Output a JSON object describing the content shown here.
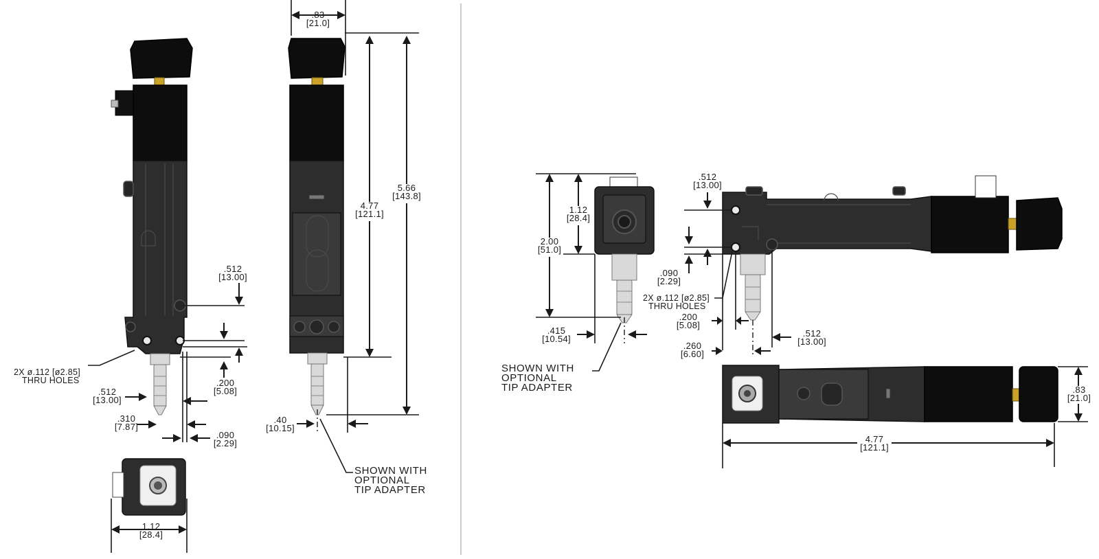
{
  "dims": {
    "top_width": {
      "inch": ".83",
      "mm": "[21.0]"
    },
    "overall_len": {
      "inch": "5.66",
      "mm": "[143.8]"
    },
    "body_len": {
      "inch": "4.77",
      "mm": "[121.1]"
    },
    "front_hole_to_face": {
      "inch": ".512",
      "mm": "[13.00]"
    },
    "front_hole_offset": {
      "inch": ".200",
      "mm": "[5.08]"
    },
    "front_hole_x": {
      "inch": ".512",
      "mm": "[13.00]"
    },
    "front_tip_x": {
      "inch": ".310",
      "mm": "[7.87]"
    },
    "front_090": {
      "inch": ".090",
      "mm": "[2.29]"
    },
    "side_tip": {
      "inch": ".40",
      "mm": "[10.15]"
    },
    "bottom_width": {
      "inch": "1.12",
      "mm": "[28.4]"
    },
    "end_height": {
      "inch": "2.00",
      "mm": "[51.0]"
    },
    "end_body": {
      "inch": "1.12",
      "mm": "[28.4]"
    },
    "end_tip": {
      "inch": ".415",
      "mm": "[10.54]"
    },
    "h_hole_top": {
      "inch": ".512",
      "mm": "[13.00]"
    },
    "h_090": {
      "inch": ".090",
      "mm": "[2.29]"
    },
    "h_200": {
      "inch": ".200",
      "mm": "[5.08]"
    },
    "h_260": {
      "inch": ".260",
      "mm": "[6.60]"
    },
    "h_512": {
      "inch": ".512",
      "mm": "[13.00]"
    },
    "bot_height": {
      "inch": ".83",
      "mm": "[21.0]"
    },
    "bot_len": {
      "inch": "4.77",
      "mm": "[121.1]"
    }
  },
  "notes": {
    "holes_line1": "2X ø.112 [ø2.85]",
    "holes_line2": "THRU HOLES",
    "tip_line1": "SHOWN WITH",
    "tip_line2": "OPTIONAL",
    "tip_line3": "TIP ADAPTER"
  },
  "colors": {
    "body": "#2d2d2d",
    "cap": "#0d0d0d",
    "brass": "#c9a227",
    "shaft": "#d9d9d9",
    "divider": "#cccccc"
  }
}
